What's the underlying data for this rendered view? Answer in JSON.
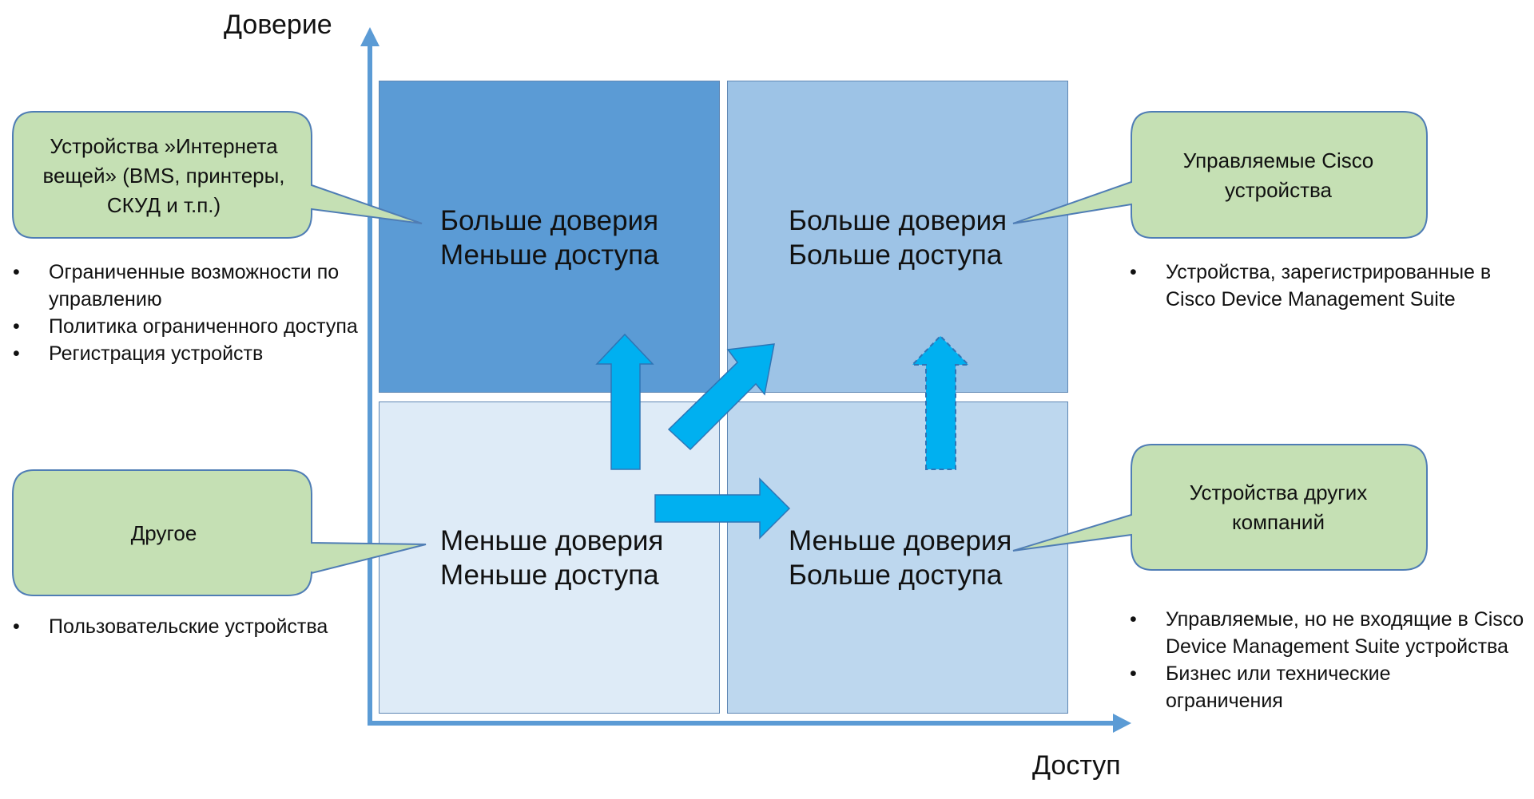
{
  "axes": {
    "y_label": "Доверие",
    "x_label": "Доступ"
  },
  "quadrants": {
    "top_left": {
      "line1": "Больше доверия",
      "line2": "Меньше доступа"
    },
    "top_right": {
      "line1": "Больше доверия",
      "line2": "Больше доступа"
    },
    "bottom_left": {
      "line1": "Меньше доверия",
      "line2": "Меньше доступа"
    },
    "bottom_right": {
      "line1": "Меньше доверия",
      "line2": "Больше доступа"
    }
  },
  "callouts": {
    "iot": {
      "text": "Устройства »Интернета вещей» (BMS, принтеры, СКУД и т.п.)",
      "bullets": [
        "Ограниченные возможности по управлению",
        "Политика ограниченного доступа",
        "Регистрация устройств"
      ]
    },
    "other": {
      "text": "Другое",
      "bullets": [
        "Пользовательские устройства"
      ]
    },
    "cisco_managed": {
      "text": "Управляемые Cisco устройства",
      "bullets": [
        "Устройства, зарегистрированные в Cisco Device Management Suite"
      ]
    },
    "other_companies": {
      "text": "Устройства других компаний",
      "bullets": [
        "Управляемые, но не входящие в Cisco Device Management Suite устройства",
        "Бизнес или технические ограничения"
      ]
    }
  },
  "colors": {
    "axis": "#5b9bd5",
    "quad_top_left": "#5b9bd5",
    "quad_top_right": "#9dc3e6",
    "quad_bottom_left": "#deebf7",
    "quad_bottom_right": "#bdd7ee",
    "arrow": "#00b0f0",
    "callout_fill": "#c5e0b4",
    "callout_border": "#4f7db5"
  }
}
